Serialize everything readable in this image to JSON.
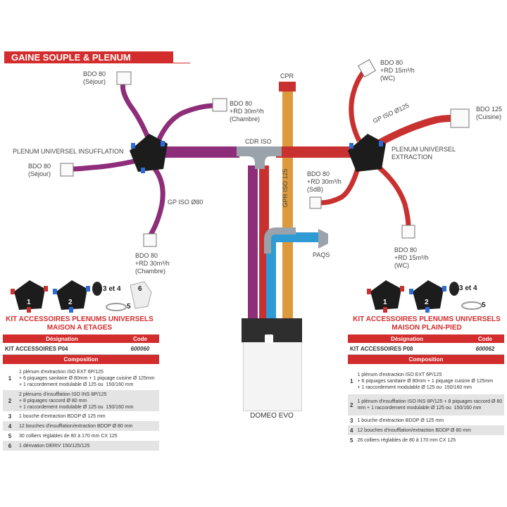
{
  "title": "GAINE SOUPLE & PLENUM UNIVERSEL",
  "colors": {
    "brand_red": "#d32c2c",
    "insufflation_duct": "#8e2d7a",
    "extraction_duct": "#c8312f",
    "gpr_duct": "#dd9a3c",
    "paqs_duct": "#2f9bd4",
    "plenum": "#1c1c1c",
    "cdr_iso": "#9aa3ab"
  },
  "labels": {
    "bdo80_sejour_top": "BDO 80\n(Séjour)",
    "bdo80_chambre_top": "BDO 80\n+RD 30m³/h\n(Chambre)",
    "plenum_insufflation": "PLENUM UNIVERSEL INSUFFLATION",
    "bdo80_sejour_left": "BDO 80\n(Séjour)",
    "gp_iso_80": "GP ISO Ø80",
    "bdo80_chambre_bottom": "BDO 80\n+RD 30m³/h\n(Chambre)",
    "cdr_iso": "CDR ISO",
    "cpr": "CPR",
    "gpr_iso_125": "GPR ISO 125",
    "bdo80_wc_top": "BDO 80\n+RD 15m³/h\n(WC)",
    "gp_iso_125": "GP ISO Ø125",
    "bdo125_cuisine": "BDO 125\n(Cuisine)",
    "plenum_extraction": "PLENUM UNIVERSEL\nEXTRACTION",
    "bdo80_sdb": "BDO 80\n+RD 30m³/h\n(SdB)",
    "paqs": "PAQS",
    "bdo80_wc_bottom": "BDO 80\n+RD 15m³/h\n(WC)",
    "domeo": "DOMEO EVO"
  },
  "kit_left": {
    "badges": [
      "1",
      "2",
      "3 et 4",
      "5",
      "6"
    ],
    "title_line1": "KIT ACCESSOIRES PLENUMS UNIVERSELS",
    "title_line2": "MAISON A ETAGES",
    "col_designation": "Désignation",
    "col_code": "Code",
    "name": "KIT ACCESSOIRES  P04",
    "code": "600060",
    "composition_label": "Composition",
    "rows": [
      {
        "n": "1",
        "text": "1 plénum d'extraction ISO EXT 6P/125\n+ 6 piquages sanitaire Ø 80mm + 1 piquage cuisine Ø 125mm\n+ 1 raccordement modulable Ø 125 ou  150/160 mm"
      },
      {
        "n": "2",
        "text": "2 plénums d'insufflation ISO INS 8P/125\n+ 8 piquages raccord Ø 80 mm\n+ 1 raccordement modulable Ø 125 ou  150/160 mm"
      },
      {
        "n": "3",
        "text": "1 bouche d'extraction BDOP Ø 125 mm"
      },
      {
        "n": "4",
        "text": "12 bouches d'insufflation/extraction BDOP Ø 80 mm"
      },
      {
        "n": "5",
        "text": "30 colliers réglables de 80 à 170 mm CX 125"
      },
      {
        "n": "6",
        "text": "1 dérivation DERIV 150/125/125"
      }
    ]
  },
  "kit_right": {
    "badges": [
      "1",
      "2",
      "3 et 4",
      "5"
    ],
    "title_line1": "KIT ACCESSOIRES PLENUMS UNIVERSELS",
    "title_line2": "MAISON PLAIN-PIED",
    "col_designation": "Désignation",
    "col_code": "Code",
    "name": "KIT ACCESSOIRES  P08",
    "code": "600062",
    "composition_label": "Composition",
    "rows": [
      {
        "n": "1",
        "text": "1 plénum d'extraction ISO EXT 6P/125\n+ 6 piquages sanitaire Ø 80mm + 1 piquage cuisine Ø 125mm\n+ 1 raccordement modulable Ø 125 ou  150/160 mm"
      },
      {
        "n": "2",
        "text": "1 plénum d'insufflation ISO INS 8P/125 + 8 piquages raccord Ø 80\nmm + 1 raccordement modulable Ø 125 ou  150/160 mm"
      },
      {
        "n": "3",
        "text": "1 bouche d'extraction BDOP Ø 125 mm"
      },
      {
        "n": "4",
        "text": "12 bouches d'insufflation/extraction BDOP Ø 80 mm"
      },
      {
        "n": "5",
        "text": "26 colliers réglables de 80 à 170 mm CX 125"
      }
    ]
  }
}
